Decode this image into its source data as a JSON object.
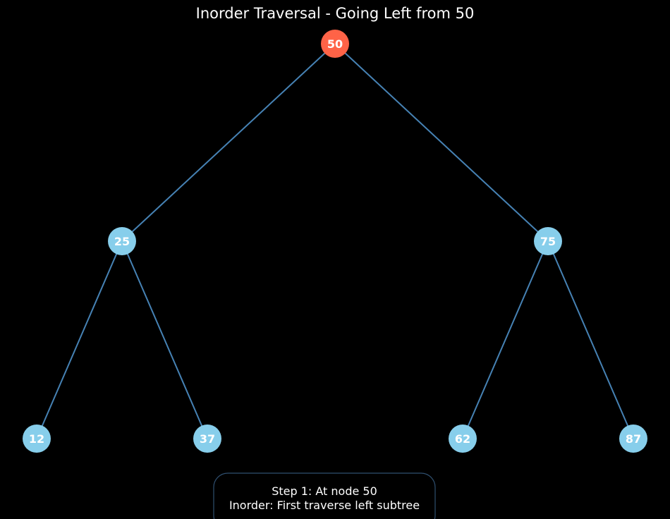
{
  "title": "Inorder Traversal - Going Left from 50",
  "colors": {
    "background": "#000000",
    "edge": "#4682b4",
    "node": "#87ceeb",
    "current_node": "#ff6347",
    "text": "#ffffff",
    "caption_border": "#2f4f6f"
  },
  "tree": {
    "nodes": [
      {
        "id": "n50",
        "label": "50",
        "current": true
      },
      {
        "id": "n25",
        "label": "25",
        "current": false
      },
      {
        "id": "n75",
        "label": "75",
        "current": false
      },
      {
        "id": "n12",
        "label": "12",
        "current": false
      },
      {
        "id": "n37",
        "label": "37",
        "current": false
      },
      {
        "id": "n62",
        "label": "62",
        "current": false
      },
      {
        "id": "n87",
        "label": "87",
        "current": false
      }
    ],
    "edges": [
      {
        "from": "n50",
        "to": "n25"
      },
      {
        "from": "n50",
        "to": "n75"
      },
      {
        "from": "n25",
        "to": "n12"
      },
      {
        "from": "n25",
        "to": "n37"
      },
      {
        "from": "n75",
        "to": "n62"
      },
      {
        "from": "n75",
        "to": "n87"
      }
    ]
  },
  "caption": {
    "line1": "Step 1: At node 50",
    "line2": "Inorder: First traverse left subtree"
  }
}
